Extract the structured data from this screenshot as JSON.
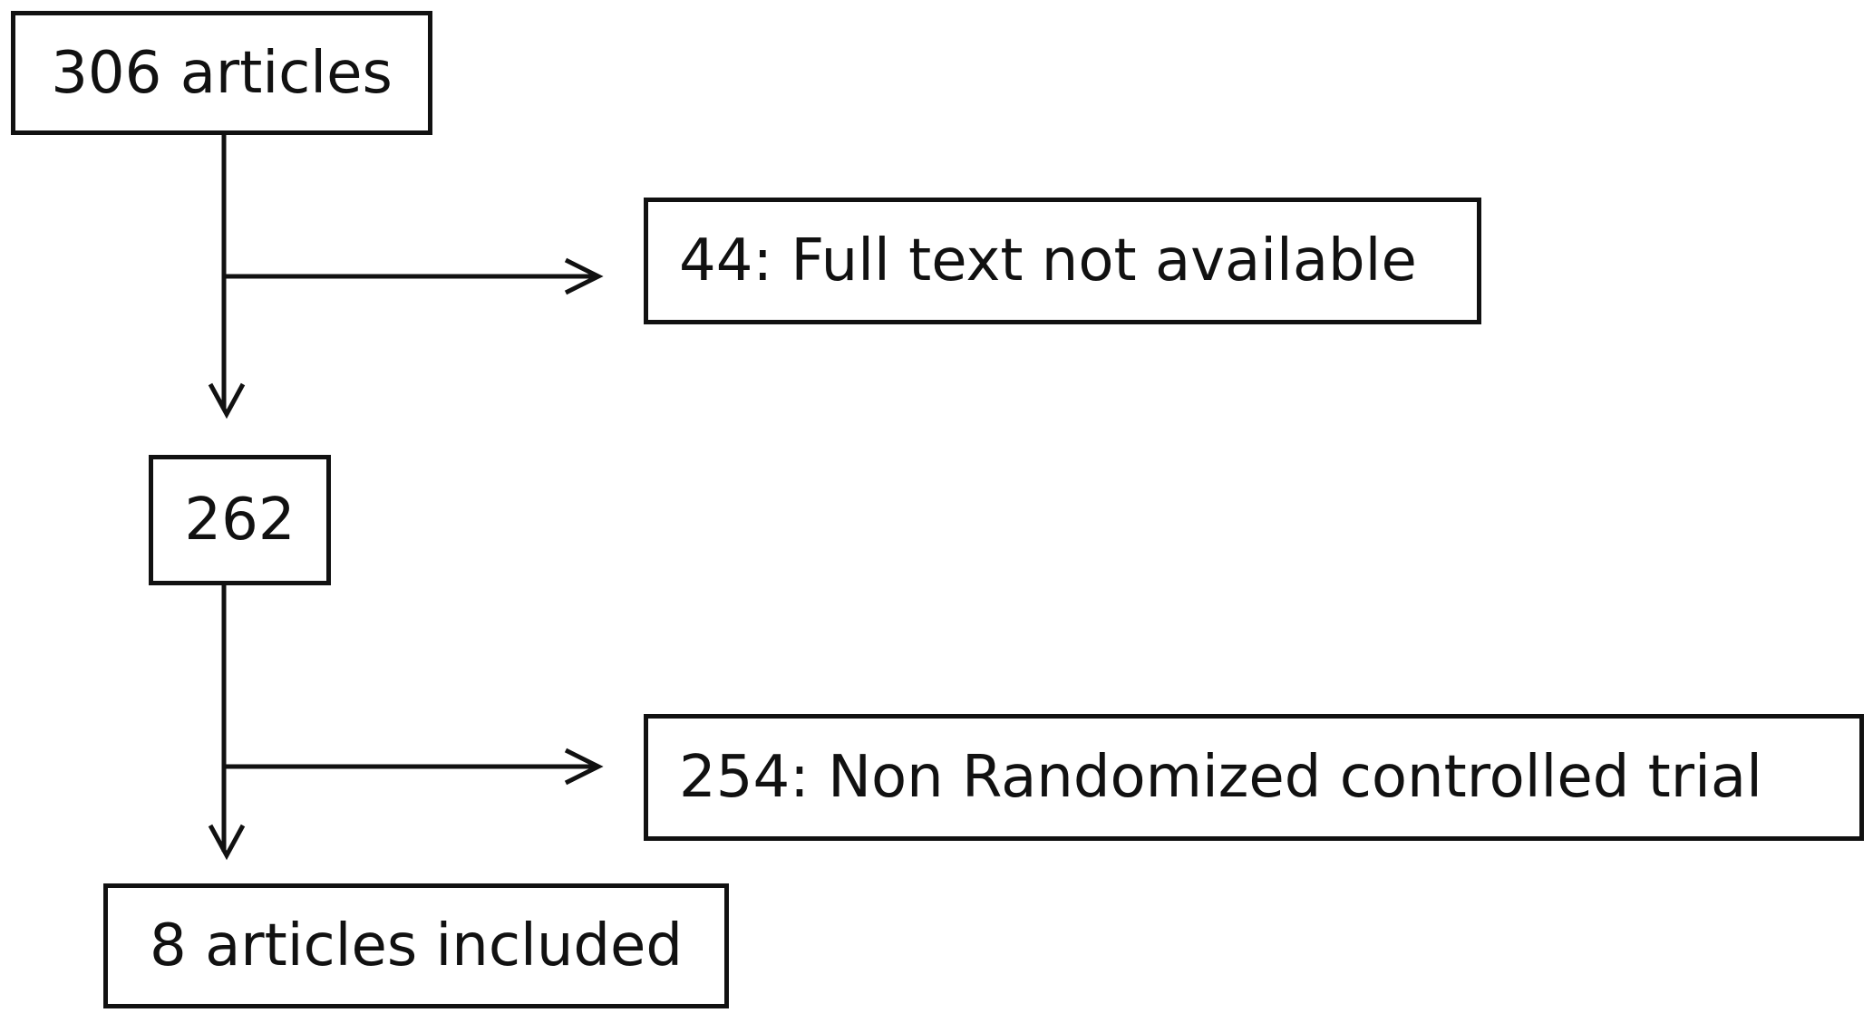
{
  "flowchart": {
    "nodes": {
      "start": "306 articles",
      "after_first_exclusion": "262",
      "included": "8 articles included"
    },
    "exclusions": [
      {
        "label": "44: Full text not available"
      },
      {
        "label": "254: Non Randomized  controlled trial"
      }
    ]
  }
}
